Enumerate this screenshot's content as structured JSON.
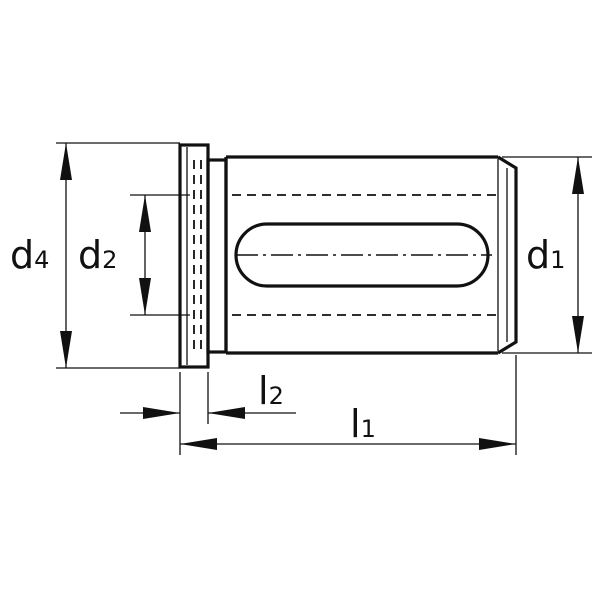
{
  "dimensions": {
    "d4": {
      "main": "d",
      "sub": "4"
    },
    "d2": {
      "main": "d",
      "sub": "2"
    },
    "d1": {
      "main": "d",
      "sub": "1"
    },
    "l2": {
      "main": "l",
      "sub": "2"
    },
    "l1": {
      "main": "l",
      "sub": "1"
    }
  }
}
